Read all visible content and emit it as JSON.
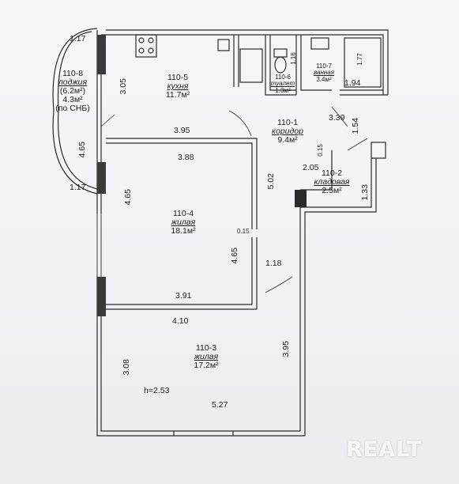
{
  "rooms": {
    "balcony": {
      "id": "110-8",
      "name": "лоджия",
      "extra": "(6.2м²)",
      "area": "4.3м²",
      "note": "(по СНБ)"
    },
    "kitchen": {
      "id": "110-5",
      "name": "кухня",
      "area": "11.7м²"
    },
    "toilet": {
      "id": "110-6",
      "name": "туалет",
      "area": "1.3м²"
    },
    "bath": {
      "id": "110-7",
      "name": "ванная",
      "area": "3.4м²"
    },
    "corridor": {
      "id": "110-1",
      "name": "коридор",
      "area": "9.4м²"
    },
    "storage": {
      "id": "110-2",
      "name": "кладовая",
      "area": "2.5м²"
    },
    "living1": {
      "id": "110-4",
      "name": "жилая",
      "area": "18.1м²"
    },
    "living2": {
      "id": "110-3",
      "name": "жилая",
      "area": "17.2м²"
    }
  },
  "dims": {
    "d117a": "1.17",
    "d117b": "1.17",
    "d465a": "4.65",
    "d305": "3.05",
    "d395a": "3.95",
    "d388": "3.88",
    "d465b": "4.65",
    "d502": "5.02",
    "d015a": "0.15",
    "d465c": "4.65",
    "d118": "1.18",
    "d391": "3.91",
    "d410": "4.10",
    "d308": "3.08",
    "d395b": "3.95",
    "d527": "5.27",
    "d339": "3.39",
    "d154": "1.54",
    "d015b": "0.15",
    "d205": "2.05",
    "d133": "1.33",
    "d116": "1.16",
    "d177": "1.77",
    "d194": "1.94",
    "height": "h=2.53"
  },
  "watermark": "REALT"
}
